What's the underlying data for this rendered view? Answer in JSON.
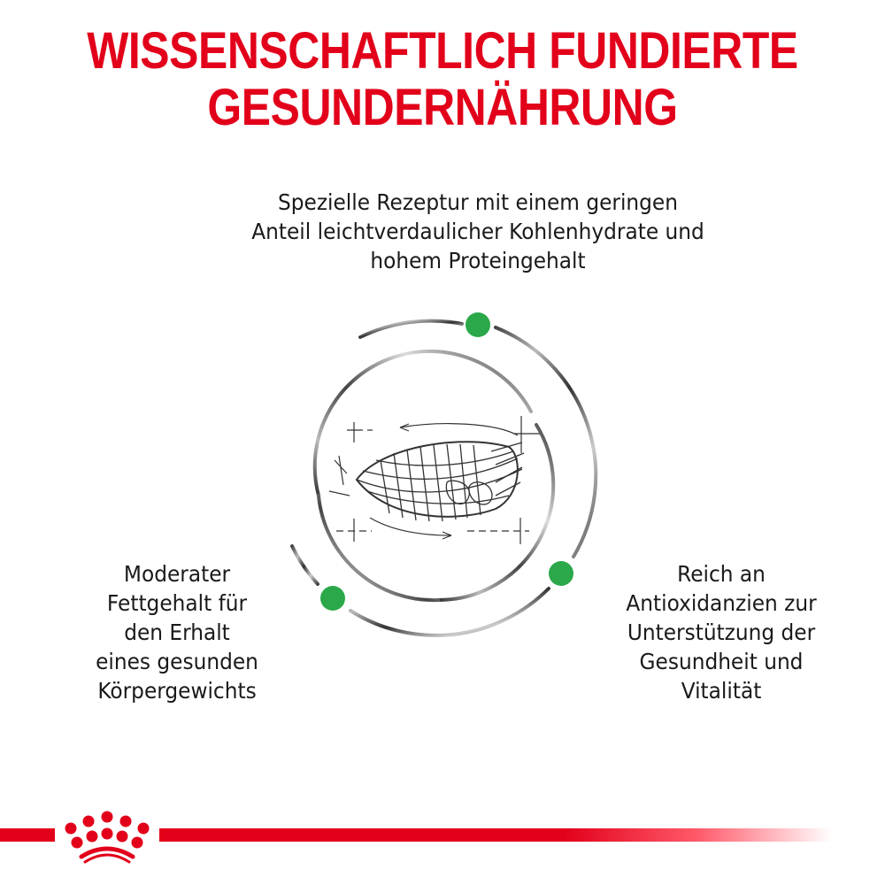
{
  "headline": {
    "line1": "WISSENSCHAFTLICH FUNDIERTE",
    "line2": "GESUNDERNÄHRUNG",
    "color": "#e2001a"
  },
  "benefits": {
    "top": {
      "lines": [
        "Spezielle Rezeptur mit einem geringen",
        "Anteil leichtverdaulicher Kohlenhydrate und",
        "hohem Proteingehalt"
      ]
    },
    "left": {
      "lines": [
        "Moderater",
        "Fettgehalt für",
        "den Erhalt",
        "eines gesunden",
        "Körpergewichts"
      ]
    },
    "right": {
      "lines": [
        "Reich an",
        "Antioxidanzien zur",
        "Unterstützung der",
        "Gesundheit und",
        "Vitalität"
      ]
    }
  },
  "diagram": {
    "icon": "kibble-sketch-icon",
    "dot_color": "#2aa84a",
    "ring_color": "#555555"
  },
  "footer": {
    "logo": "royal-crown-logo",
    "line_color": "#e2001a"
  }
}
